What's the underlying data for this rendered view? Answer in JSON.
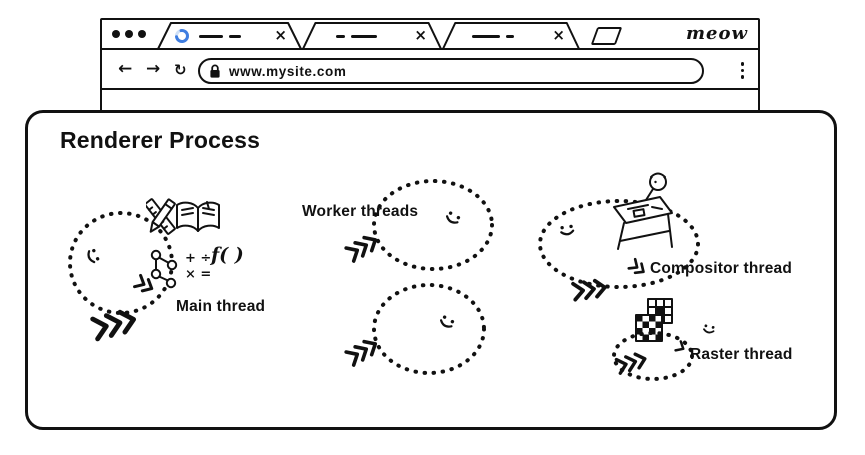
{
  "browser": {
    "logo_text": "meow",
    "url": "www.mysite.com",
    "tabs": [
      {
        "close_glyph": "×",
        "has_spinner": true
      },
      {
        "close_glyph": "×",
        "has_spinner": false
      },
      {
        "close_glyph": "×",
        "has_spinner": false
      }
    ],
    "nav": {
      "back_glyph": "←",
      "forward_glyph": "→",
      "reload_glyph": "↻"
    }
  },
  "renderer": {
    "title": "Renderer Process",
    "main_thread": {
      "label": "Main thread",
      "math_line1": "+ ÷",
      "math_line2": "× =",
      "fn_text": "f( )"
    },
    "worker_threads": {
      "label": "Worker threads"
    },
    "compositor_thread": {
      "label": "Compositor thread"
    },
    "raster_thread": {
      "label": "Raster thread"
    }
  },
  "icons": {
    "window-control-dot": "filled-circle",
    "loading-spinner": "blue-arc",
    "tab-close": "×",
    "new-tab": "slanted-blank-tab",
    "lock": "padlock",
    "browser-menu": "vertical-ellipsis-dots",
    "smiley": "smiling-face",
    "chevron-arrows": "hand-drawn-double-angle-arrows",
    "pencil-ruler": "crossed-pencil-and-ruler",
    "book": "open-book-with-bookmark",
    "dom-tree": "connected-node-tree",
    "drafting-table": "person-at-drafting-table",
    "raster-grid": "checkered-tile-squares"
  },
  "colors": {
    "ink": "#111111",
    "spinner": "#3f7de0",
    "spinner_track": "#cfe0f7",
    "background": "#ffffff"
  }
}
